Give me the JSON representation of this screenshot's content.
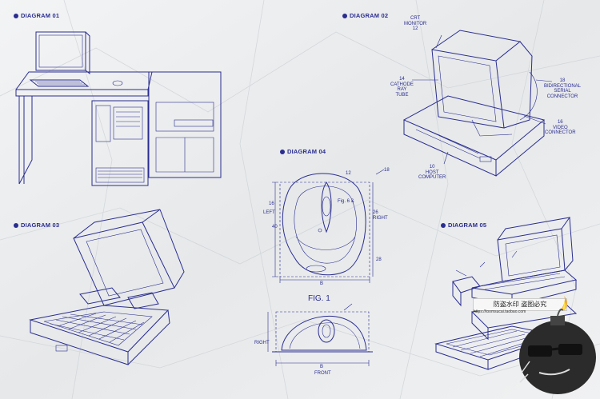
{
  "labels": {
    "d1": "DIAGRAM 01",
    "d2": "DIAGRAM 02",
    "d3": "DIAGRAM 03",
    "d4": "DIAGRAM 04",
    "d5": "DIAGRAM 05"
  },
  "d2_callouts": {
    "crt": "CRT\nMONITOR\n12",
    "cathode": "14\nCATHODE\nRAY\nTUBE",
    "serial": "18\nBIDIRECTIONAL\nSERIAL\nCONNECTOR",
    "video": "16\nVIDEO\nCONNECTOR",
    "host": "10\nHOST\nCOMPUTER"
  },
  "d4_text": {
    "fig": "FIG. 1",
    "left": "LEFT",
    "right": "RIGHT",
    "right2": "RIGHT",
    "front": "FRONT",
    "figlabel": "Fig. 6 &",
    "n12": "12",
    "n18": "18",
    "n16": "16",
    "n40": "40",
    "n26": "26",
    "n28": "28",
    "b": "B"
  },
  "watermark": {
    "text": "防盗水印 盗图必究",
    "url": "https://toomsucai.taobao.com"
  },
  "colors": {
    "ink": "#2a2d8f",
    "paper": "#eceef0"
  }
}
